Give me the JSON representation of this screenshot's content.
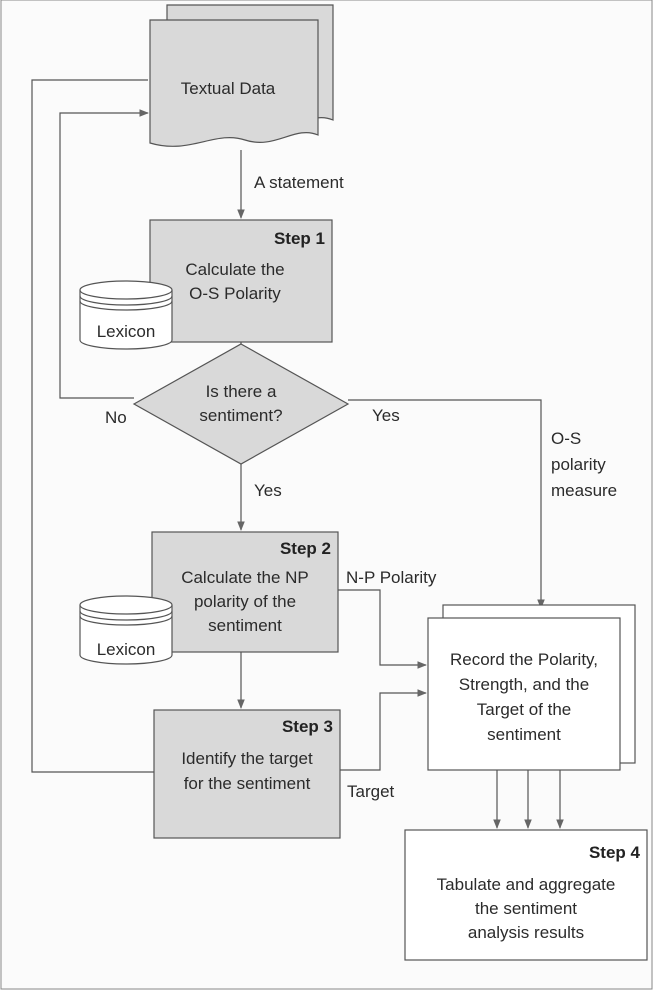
{
  "textual_data": {
    "label": "Textual Data"
  },
  "edges": {
    "statement": "A statement",
    "no": "No",
    "yes_right": "Yes",
    "yes_down": "Yes",
    "os_measure": [
      "O-S",
      "polarity",
      "measure"
    ],
    "np_polarity": "N-P Polarity",
    "target": "Target"
  },
  "step1": {
    "title": "Step 1",
    "lines": [
      "Calculate the",
      "O-S Polarity"
    ]
  },
  "lexicon1": {
    "label": "Lexicon"
  },
  "decision": {
    "lines": [
      "Is there a",
      "sentiment?"
    ]
  },
  "step2": {
    "title": "Step 2",
    "lines": [
      "Calculate the NP",
      "polarity of the",
      "sentiment"
    ]
  },
  "lexicon2": {
    "label": "Lexicon"
  },
  "step3": {
    "title": "Step 3",
    "lines": [
      "Identify the target",
      "for the sentiment"
    ]
  },
  "record": {
    "lines": [
      "Record the Polarity,",
      "Strength, and the",
      "Target of the",
      "sentiment"
    ]
  },
  "step4": {
    "title": "Step 4",
    "lines": [
      "Tabulate and aggregate",
      "the sentiment",
      "analysis results"
    ]
  }
}
